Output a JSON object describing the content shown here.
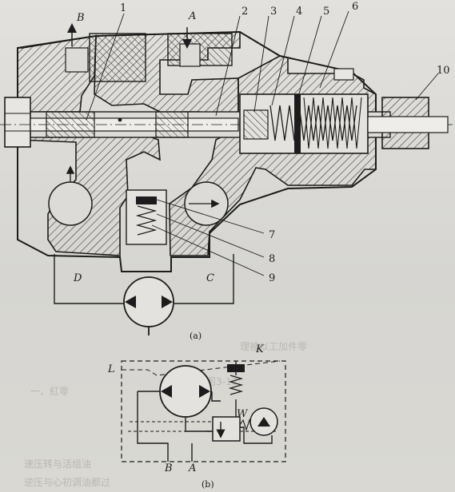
{
  "figure_a": {
    "caption": "(a)",
    "flow_labels": {
      "B": "B",
      "A": "A",
      "D": "D",
      "C": "C"
    },
    "part_numbers": [
      "1",
      "2",
      "3",
      "4",
      "5",
      "6",
      "7",
      "8",
      "9",
      "10"
    ]
  },
  "figure_b": {
    "caption": "(b)",
    "labels": {
      "L": "L",
      "K": "K",
      "B": "B",
      "A": "A",
      "W": "W"
    }
  },
  "background_text": {
    "section_heading": "理被以工加件零",
    "sub_heading": "一、紅零",
    "caption_line": "图3-17",
    "line_1": "速压转与活组油",
    "line_2": "逆压与心初调油都过"
  },
  "colors": {
    "ink": "#1c1c1c",
    "paper": "#dcdbd7",
    "ghost": "#bcbbb7"
  }
}
